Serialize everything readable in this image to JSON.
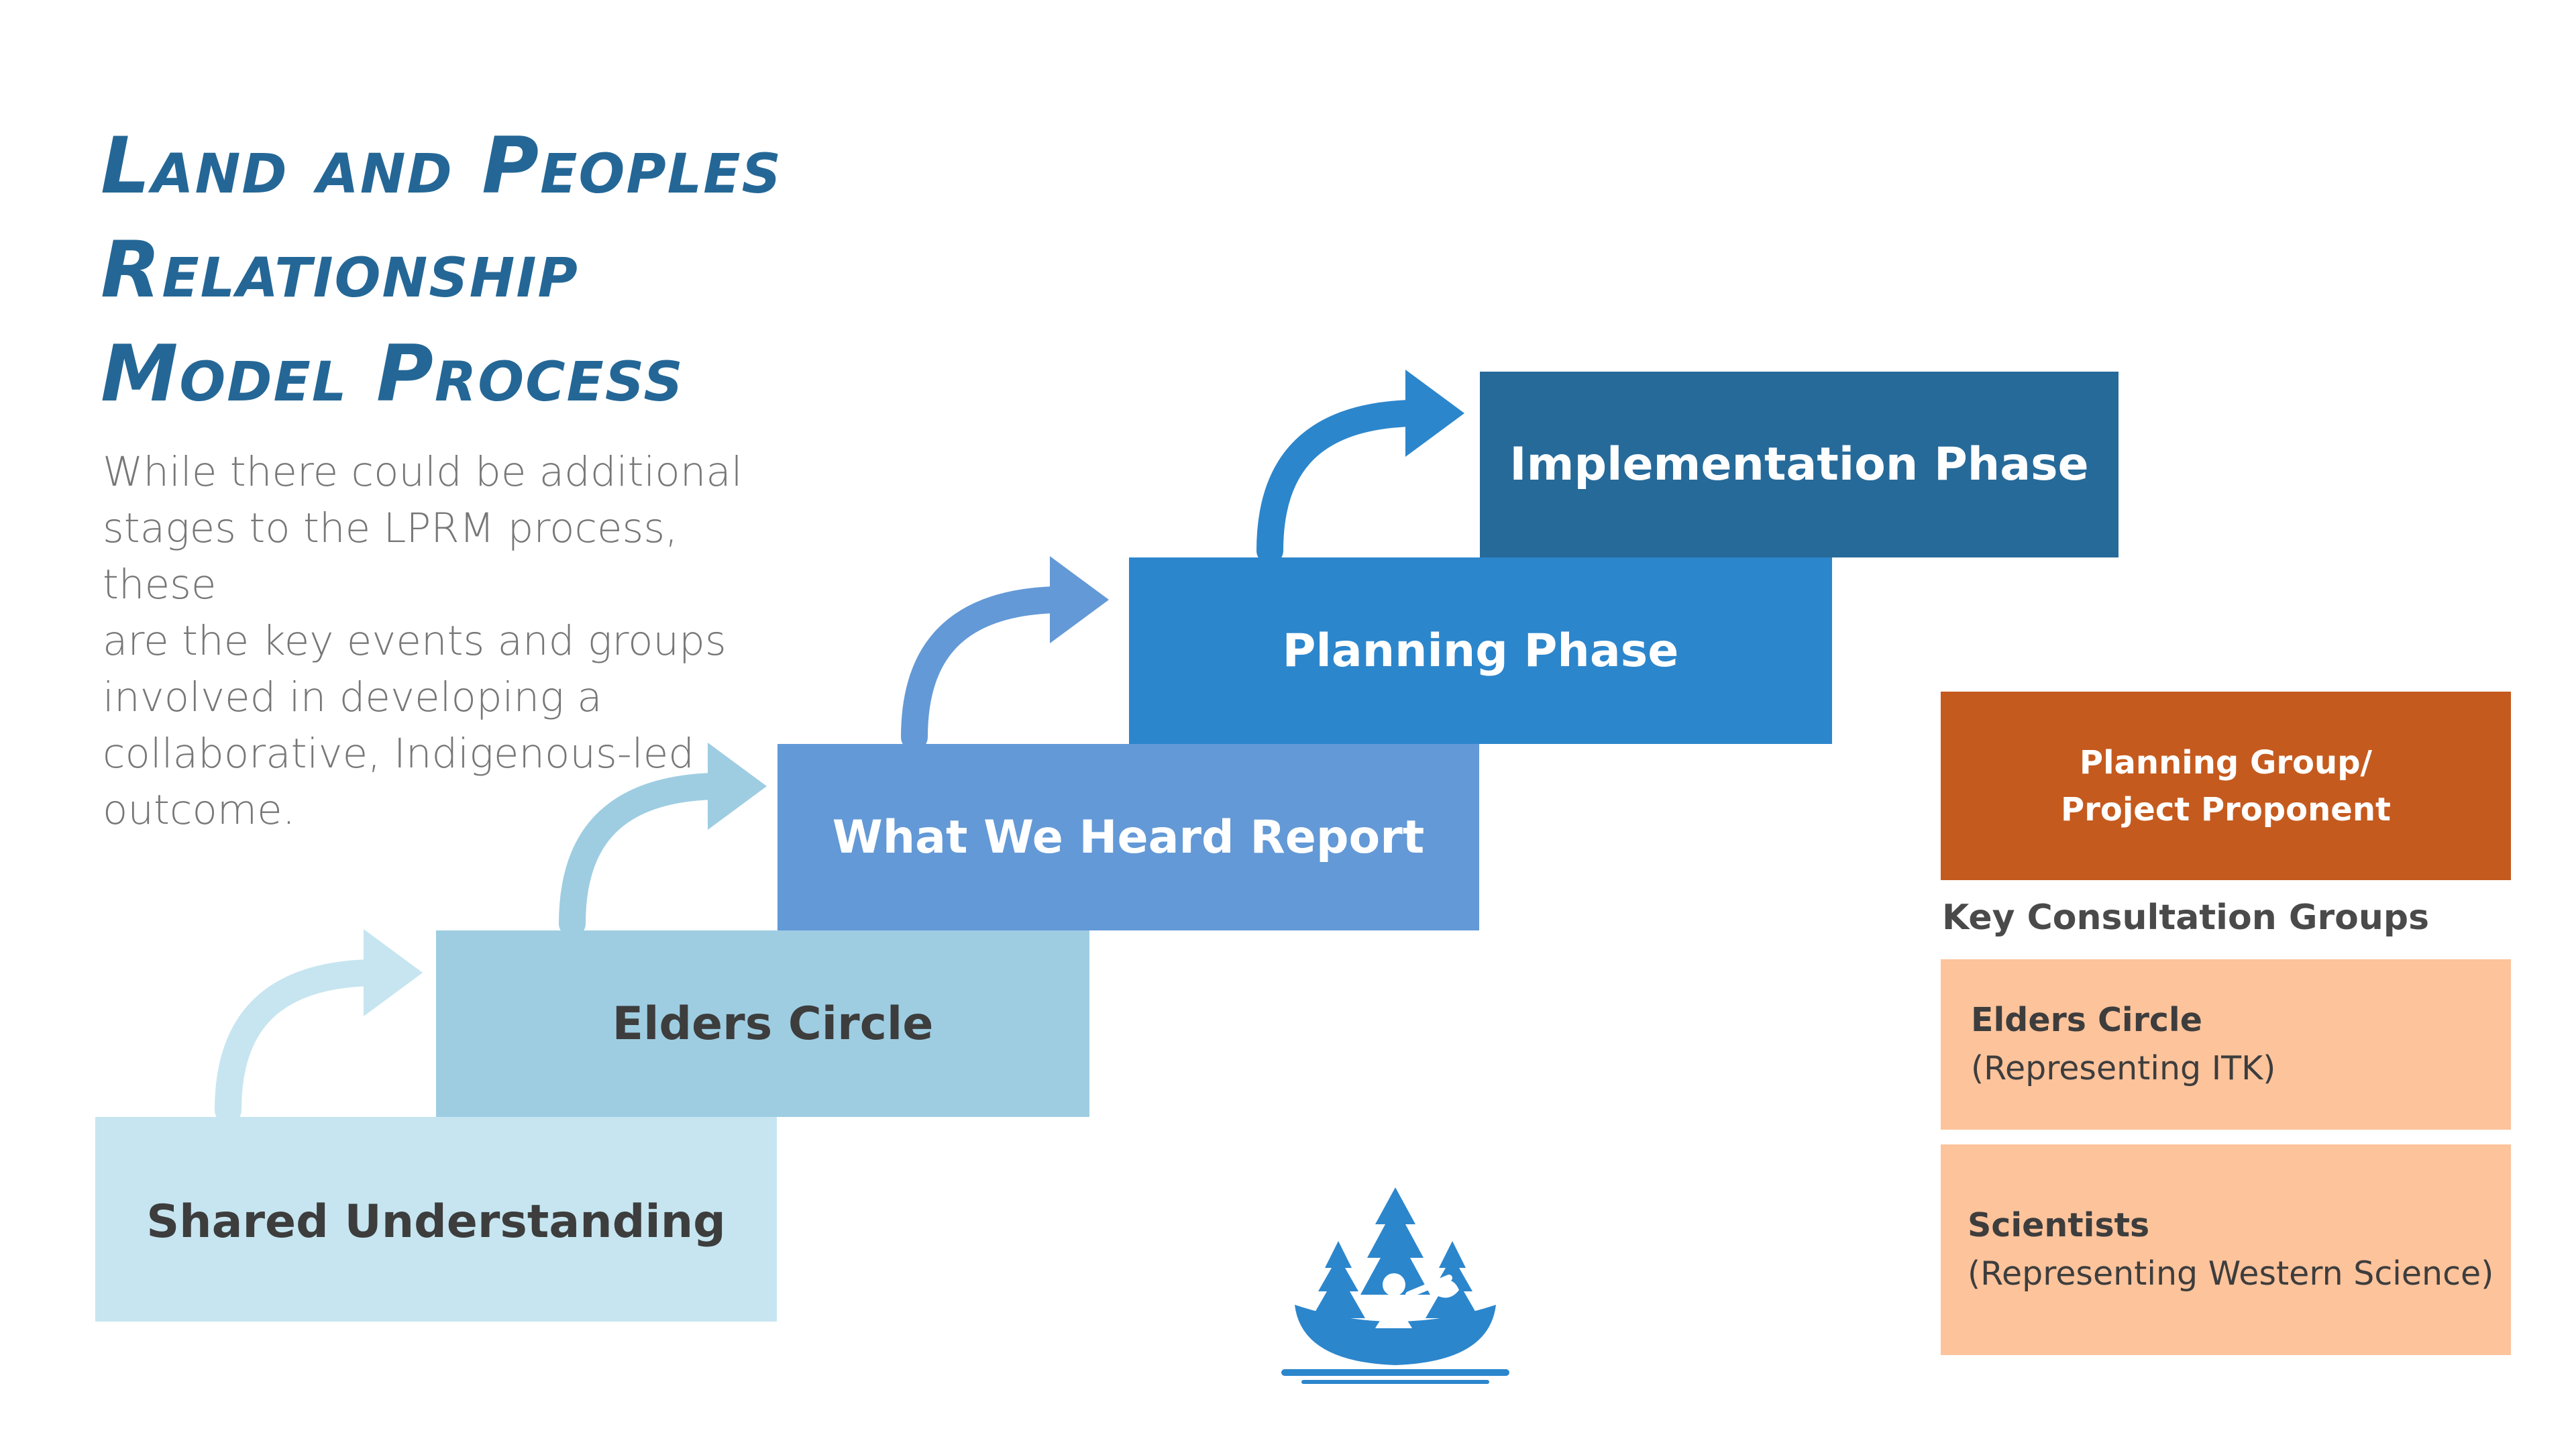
{
  "title": {
    "lines": [
      "Land and Peoples",
      "Relationship",
      "Model Process"
    ]
  },
  "intro": {
    "lines": [
      "While there could be additional",
      "stages to the LPRM process, these",
      "are the key events and groups",
      "involved in developing a",
      "collaborative, Indigenous-led",
      "outcome."
    ]
  },
  "steps": [
    {
      "label": "Shared Understanding",
      "bg": "#c6e5f0",
      "fg": "#3d3d3d"
    },
    {
      "label": "Elders Circle",
      "bg": "#9ecde2",
      "fg": "#3d3d3d"
    },
    {
      "label": "What We Heard Report",
      "bg": "#6399d6",
      "fg": "#ffffff"
    },
    {
      "label": "Planning Phase",
      "bg": "#2c86cc",
      "fg": "#ffffff"
    },
    {
      "label": "Implementation Phase",
      "bg": "#266a9a",
      "fg": "#ffffff"
    }
  ],
  "arrow_colors": [
    "#c6e5f0",
    "#9ecde2",
    "#6399d6",
    "#2c86cc"
  ],
  "side_panel": {
    "header_lines": [
      "Planning Group/",
      "Project Proponent"
    ],
    "header_bg": "#c55a1e",
    "header_fg": "#ffffff",
    "subheading": "Key Consultation Groups",
    "subheading_color": "#4a4a4a",
    "card_bg": "#fdc39b",
    "card_fg": "#3d3d3d",
    "cards": [
      {
        "title": "Elders Circle",
        "subtitle": "(Representing ITK)"
      },
      {
        "title": "Scientists",
        "subtitle": "(Representing Western Science)"
      }
    ]
  },
  "logo": {
    "icon": "canoe-trees-logo-icon",
    "color": "#2c86cc"
  }
}
